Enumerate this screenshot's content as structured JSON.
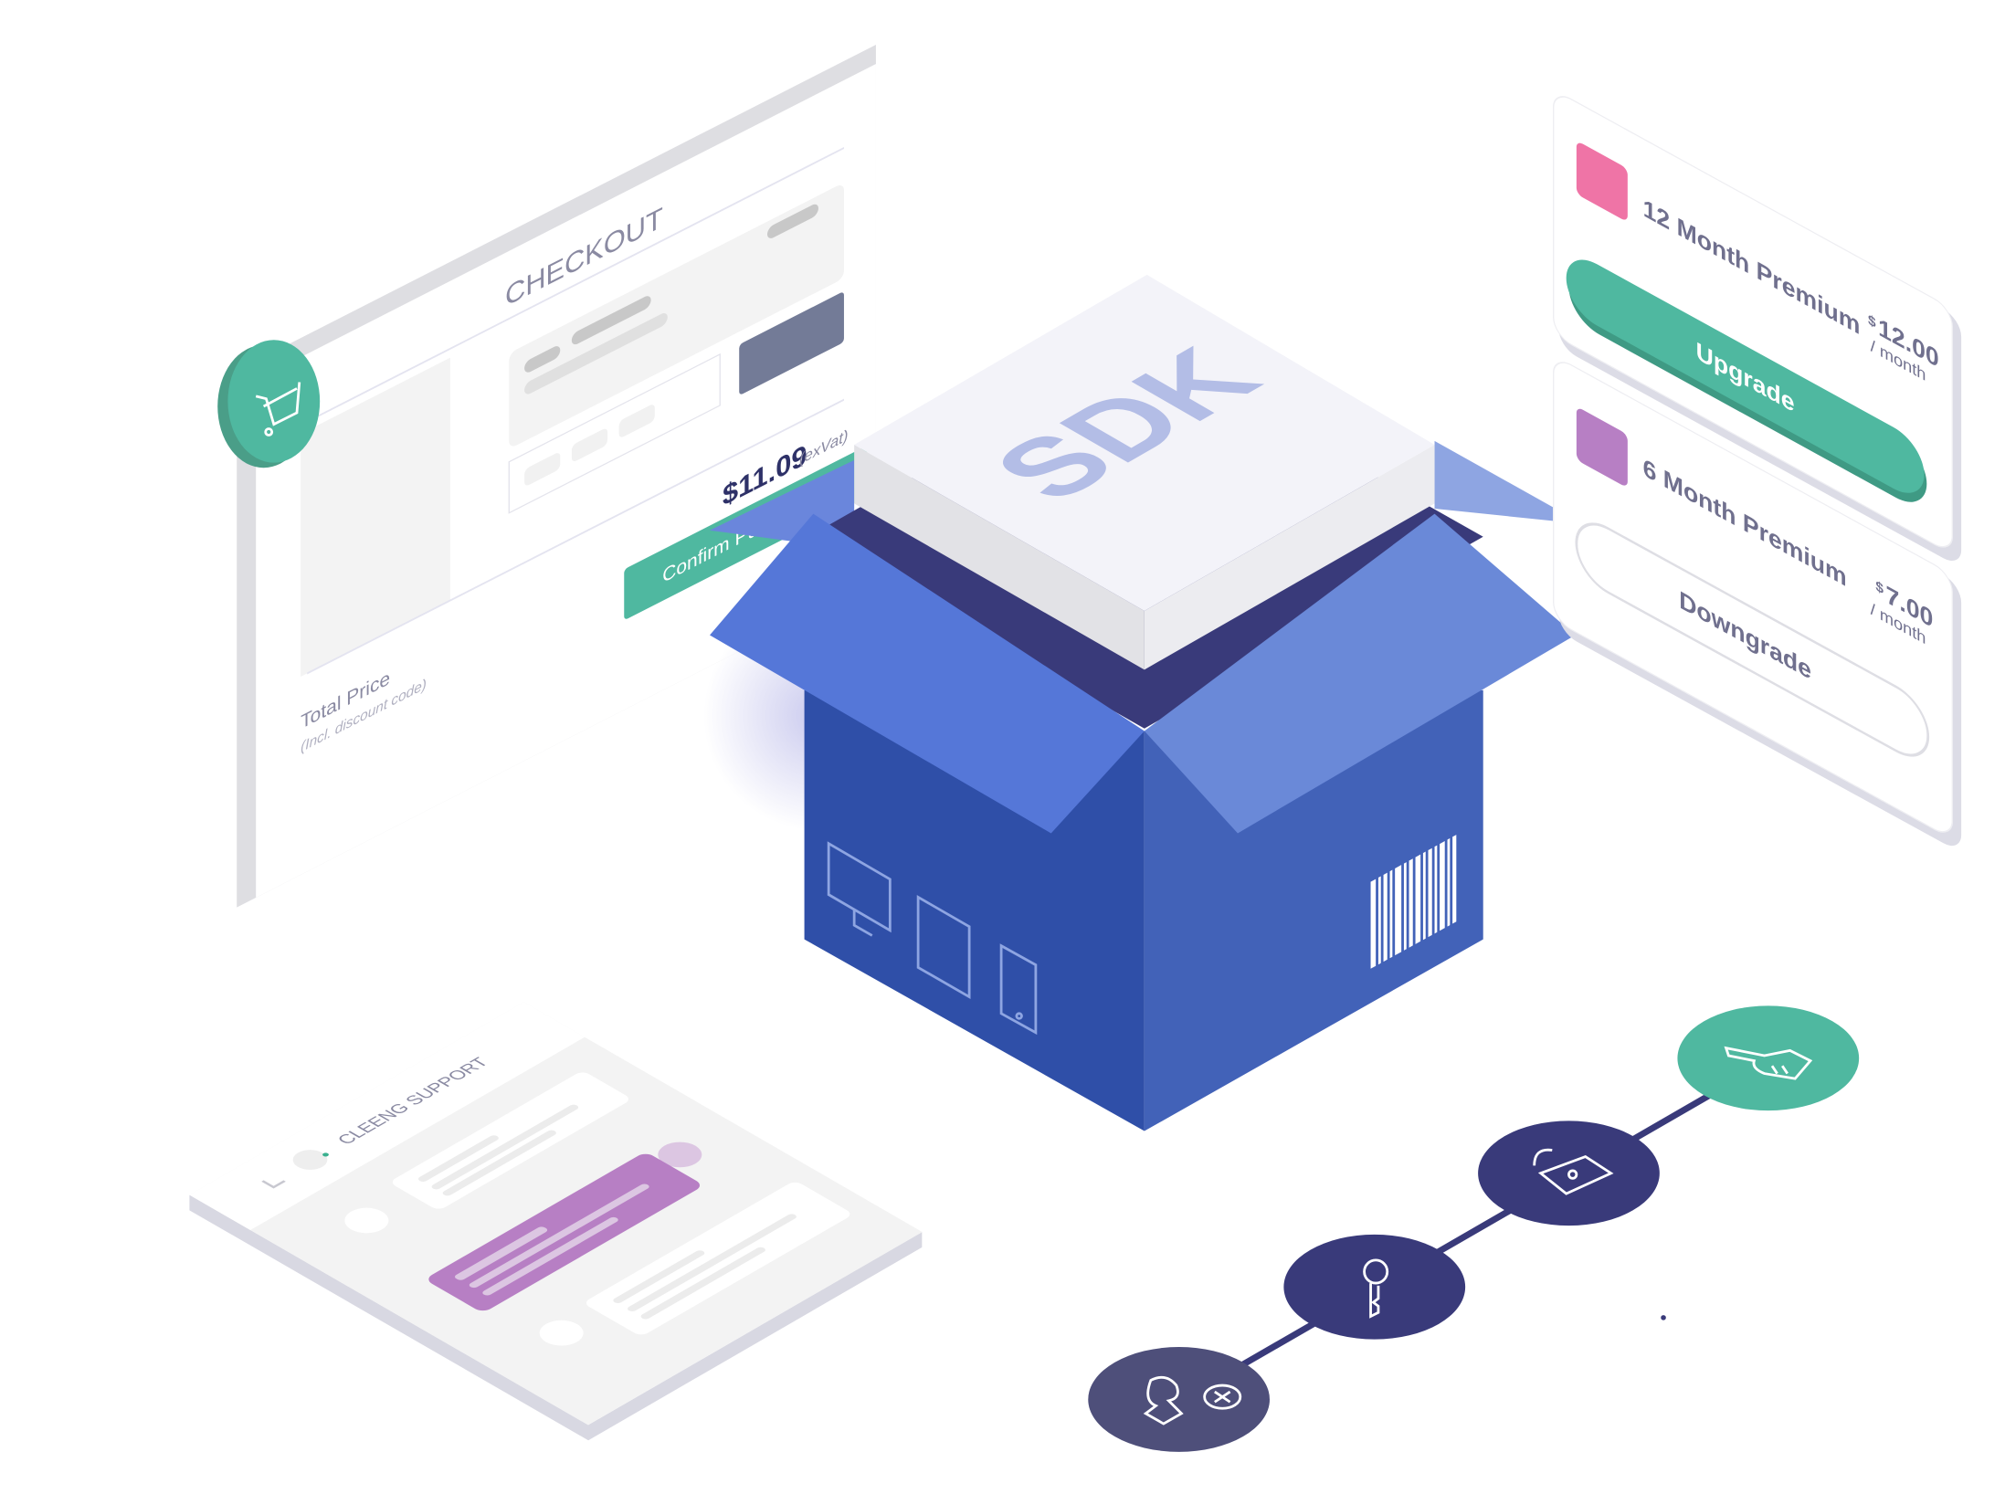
{
  "checkout": {
    "title": "CHECKOUT",
    "price": "$11.09",
    "price_note": "(exVat)",
    "confirm_label": "Confirm Purchase",
    "total_label": "Total Price",
    "total_note": "(Incl. discount code)",
    "icon": "shopping-cart-icon"
  },
  "sdk_box": {
    "lid_label": "SDK",
    "icons": [
      "monitor-icon",
      "tablet-icon",
      "phone-icon",
      "barcode-icon"
    ]
  },
  "plans": [
    {
      "name": "12 Month Premium",
      "currency": "$",
      "price": "12.00",
      "period": "/ month",
      "action": "Upgrade",
      "swatch": "#ef74a6"
    },
    {
      "name": "6 Month Premium",
      "currency": "$",
      "price": "7.00",
      "period": "/ month",
      "action": "Downgrade",
      "swatch": "#b77fc4"
    }
  ],
  "support": {
    "title": "CLEENG SUPPORT"
  },
  "steps": [
    {
      "icon": "user-remove-icon",
      "color": "#4e4f7a"
    },
    {
      "icon": "key-icon",
      "color": "#393a7a"
    },
    {
      "icon": "unlock-icon",
      "color": "#393a7a"
    },
    {
      "icon": "handshake-icon",
      "color": "#4fb8a0"
    }
  ],
  "colors": {
    "accent_green": "#4fb8a0",
    "box_blue": "#2f4fa8",
    "navy": "#393a7a",
    "purple": "#b77fc4",
    "pink": "#ef74a6"
  }
}
